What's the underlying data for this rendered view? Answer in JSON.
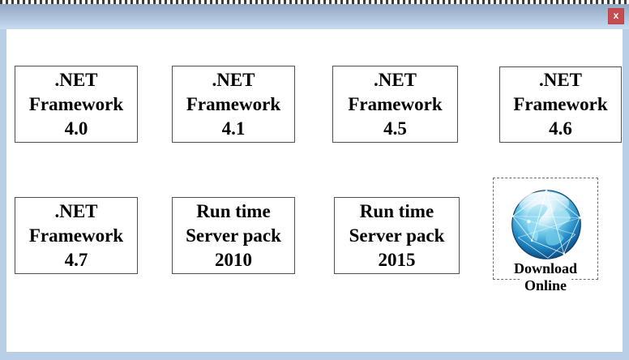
{
  "window": {
    "close_label": "x"
  },
  "buttons": [
    {
      "label": ".NET\nFramework\n4.0"
    },
    {
      "label": ".NET\nFramework\n4.1"
    },
    {
      "label": ".NET\nFramework\n4.5"
    },
    {
      "label": ".NET\nFramework\n4.6"
    },
    {
      "label": ".NET\nFramework\n4.7"
    },
    {
      "label": "Run time\nServer pack\n2010"
    },
    {
      "label": "Run time\nServer pack\n2015"
    }
  ],
  "download": {
    "line1": "Download",
    "line2": "Online",
    "icon": "globe-icon"
  },
  "colors": {
    "titlebar_top": "#92a7c1",
    "titlebar_bottom": "#c9ddf1",
    "frame": "#b9cfe7",
    "close_button": "#c54d4f",
    "button_border": "#4f4f4f",
    "globe_deep_blue": "#0a3f74",
    "globe_cyan": "#49c2e4"
  }
}
